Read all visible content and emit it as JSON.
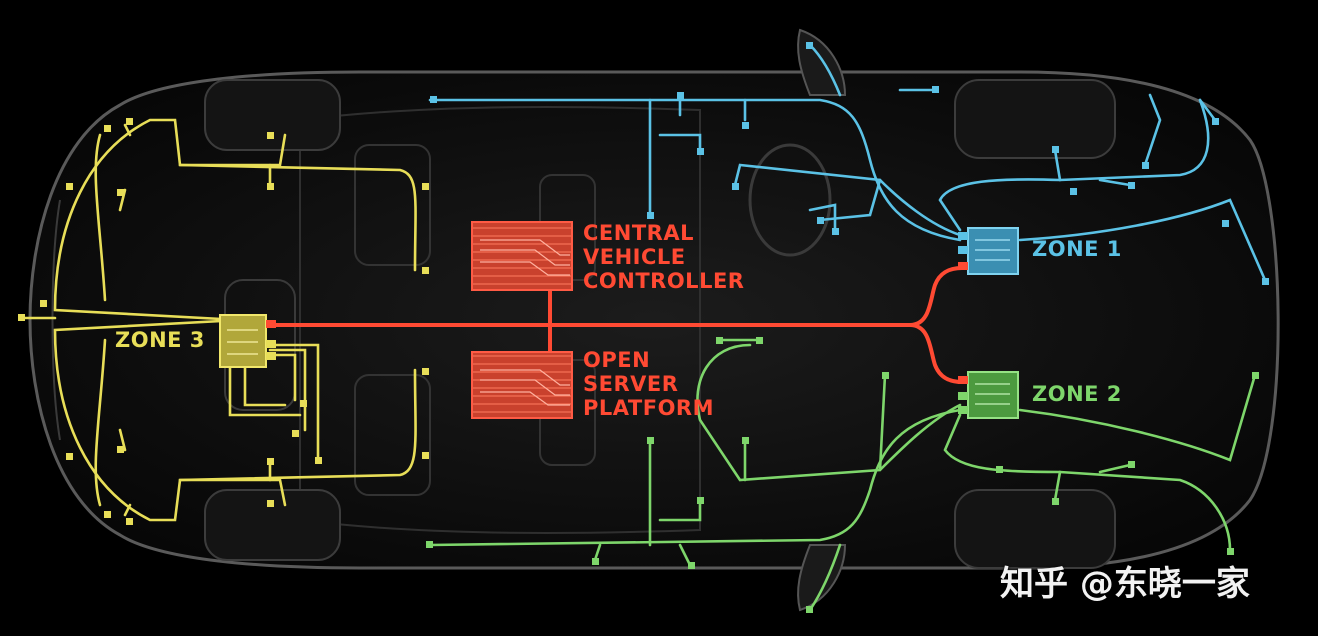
{
  "labels": {
    "central_vehicle_controller": [
      "CENTRAL",
      "VEHICLE",
      "CONTROLLER"
    ],
    "open_server_platform": [
      "OPEN",
      "SERVER",
      "PLATFORM"
    ],
    "zone1": "ZONE 1",
    "zone2": "ZONE 2",
    "zone3": "ZONE 3"
  },
  "watermark": "知乎 @东晓一家",
  "colors": {
    "background": "#000000",
    "central": "#ff4a33",
    "zone1": "#5bc2e6",
    "zone2": "#7ed66b",
    "zone3": "#e8de58",
    "car_outline": "#5a5a5a"
  }
}
